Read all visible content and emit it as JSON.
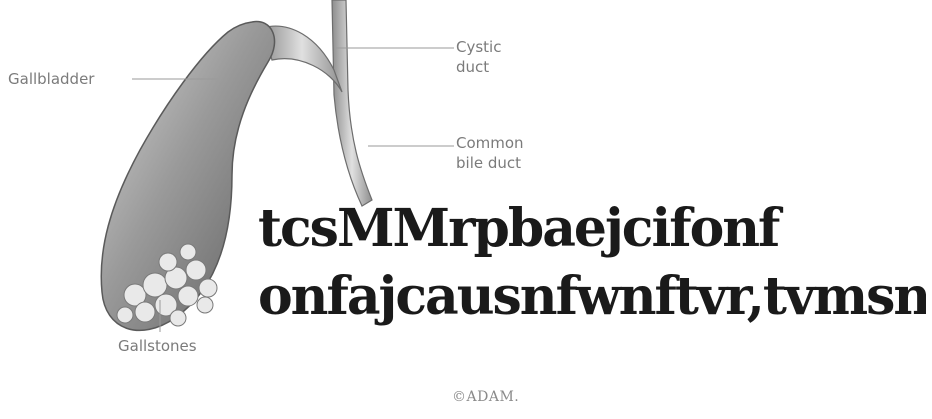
{
  "labels": {
    "gallbladder": "Gallbladder",
    "cystic_duct_line1": "Cystic",
    "cystic_duct_line2": "duct",
    "common_bile_duct_line1": "Common",
    "common_bile_duct_line2": "bile duct",
    "gallstones": "Gallstones"
  },
  "overlay_text": {
    "line1": "tcsMMrpbaejcifonf",
    "line2": "onfajcausnfwnftvr,tvmsnap"
  },
  "logo": "©ADAM."
}
